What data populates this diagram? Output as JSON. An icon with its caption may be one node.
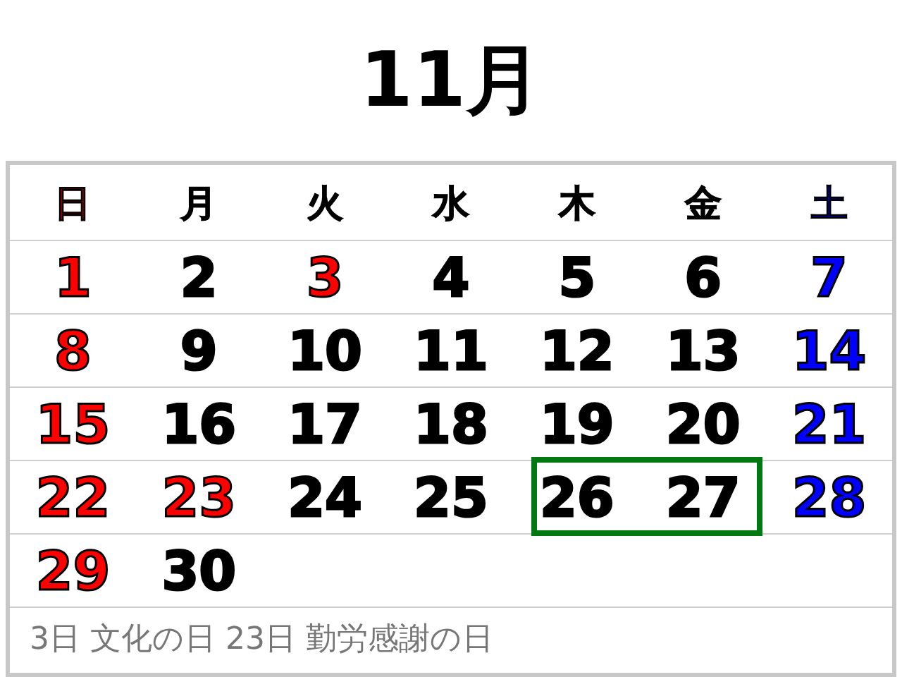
{
  "diagram": {
    "title": "11月",
    "labels": [
      "日",
      "月",
      "火",
      "水",
      "木",
      "金",
      "土",
      "1",
      "2",
      "3",
      "4",
      "5",
      "6",
      "7",
      "8",
      "9",
      "10",
      "11",
      "12",
      "13",
      "14",
      "15",
      "16",
      "17",
      "18",
      "19",
      "20",
      "21",
      "22",
      "23",
      "24",
      "25",
      "26",
      "27",
      "28",
      "29",
      "30",
      "3日 文化の日 23日 勤労感謝の日"
    ]
  }
}
